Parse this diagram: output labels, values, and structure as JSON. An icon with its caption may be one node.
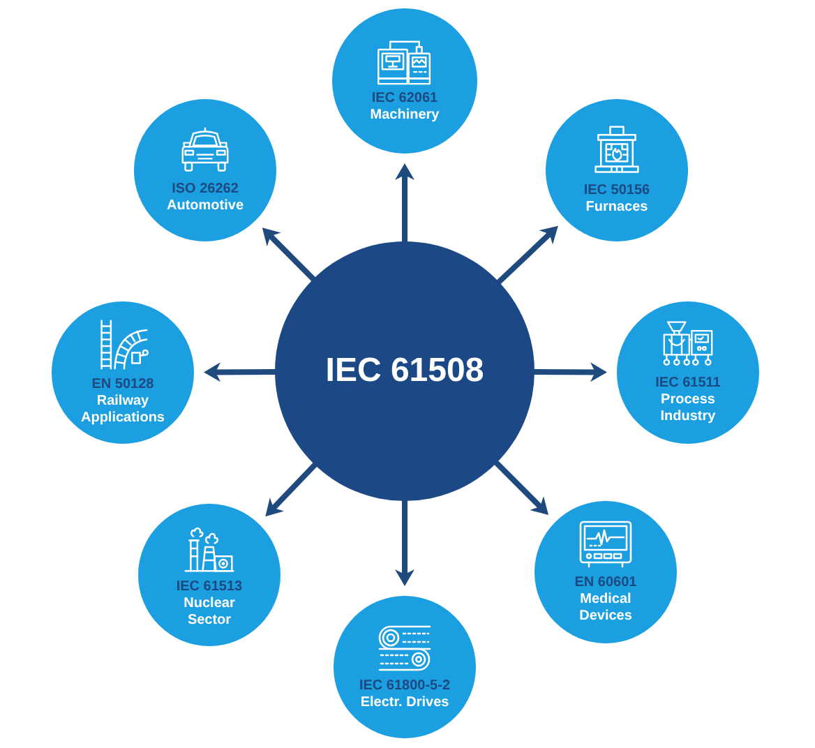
{
  "diagram": {
    "nodes": [
      {
        "text": [
          "IEC 62061",
          "Machinery"
        ]
      },
      {
        "text": [
          "ISO 26262",
          "Automotive"
        ]
      },
      {
        "text": [
          "IEC 50156",
          "Furnaces"
        ]
      },
      {
        "text": [
          "EN 50128",
          "Railway Applications"
        ]
      },
      {
        "text": [
          "IEC 61508"
        ]
      },
      {
        "text": [
          "IEC 61511",
          "Process Industry"
        ]
      },
      {
        "text": [
          "IEC 61513",
          "Nuclear Sector"
        ]
      },
      {
        "text": [
          "EN 60601",
          "Medical Devices"
        ]
      },
      {
        "text": [
          "IEC 61800-5-2",
          "Electr. Drives"
        ]
      }
    ],
    "edges": [
      {
        "from": 4,
        "to": 0,
        "arrow": "to"
      },
      {
        "from": 4,
        "to": 1,
        "arrow": "to"
      },
      {
        "from": 4,
        "to": 2,
        "arrow": "to"
      },
      {
        "from": 4,
        "to": 3,
        "arrow": "to"
      },
      {
        "from": 4,
        "to": 5,
        "arrow": "to"
      },
      {
        "from": 4,
        "to": 6,
        "arrow": "to"
      },
      {
        "from": 4,
        "to": 7,
        "arrow": "to"
      },
      {
        "from": 4,
        "to": 8,
        "arrow": "to"
      }
    ]
  }
}
